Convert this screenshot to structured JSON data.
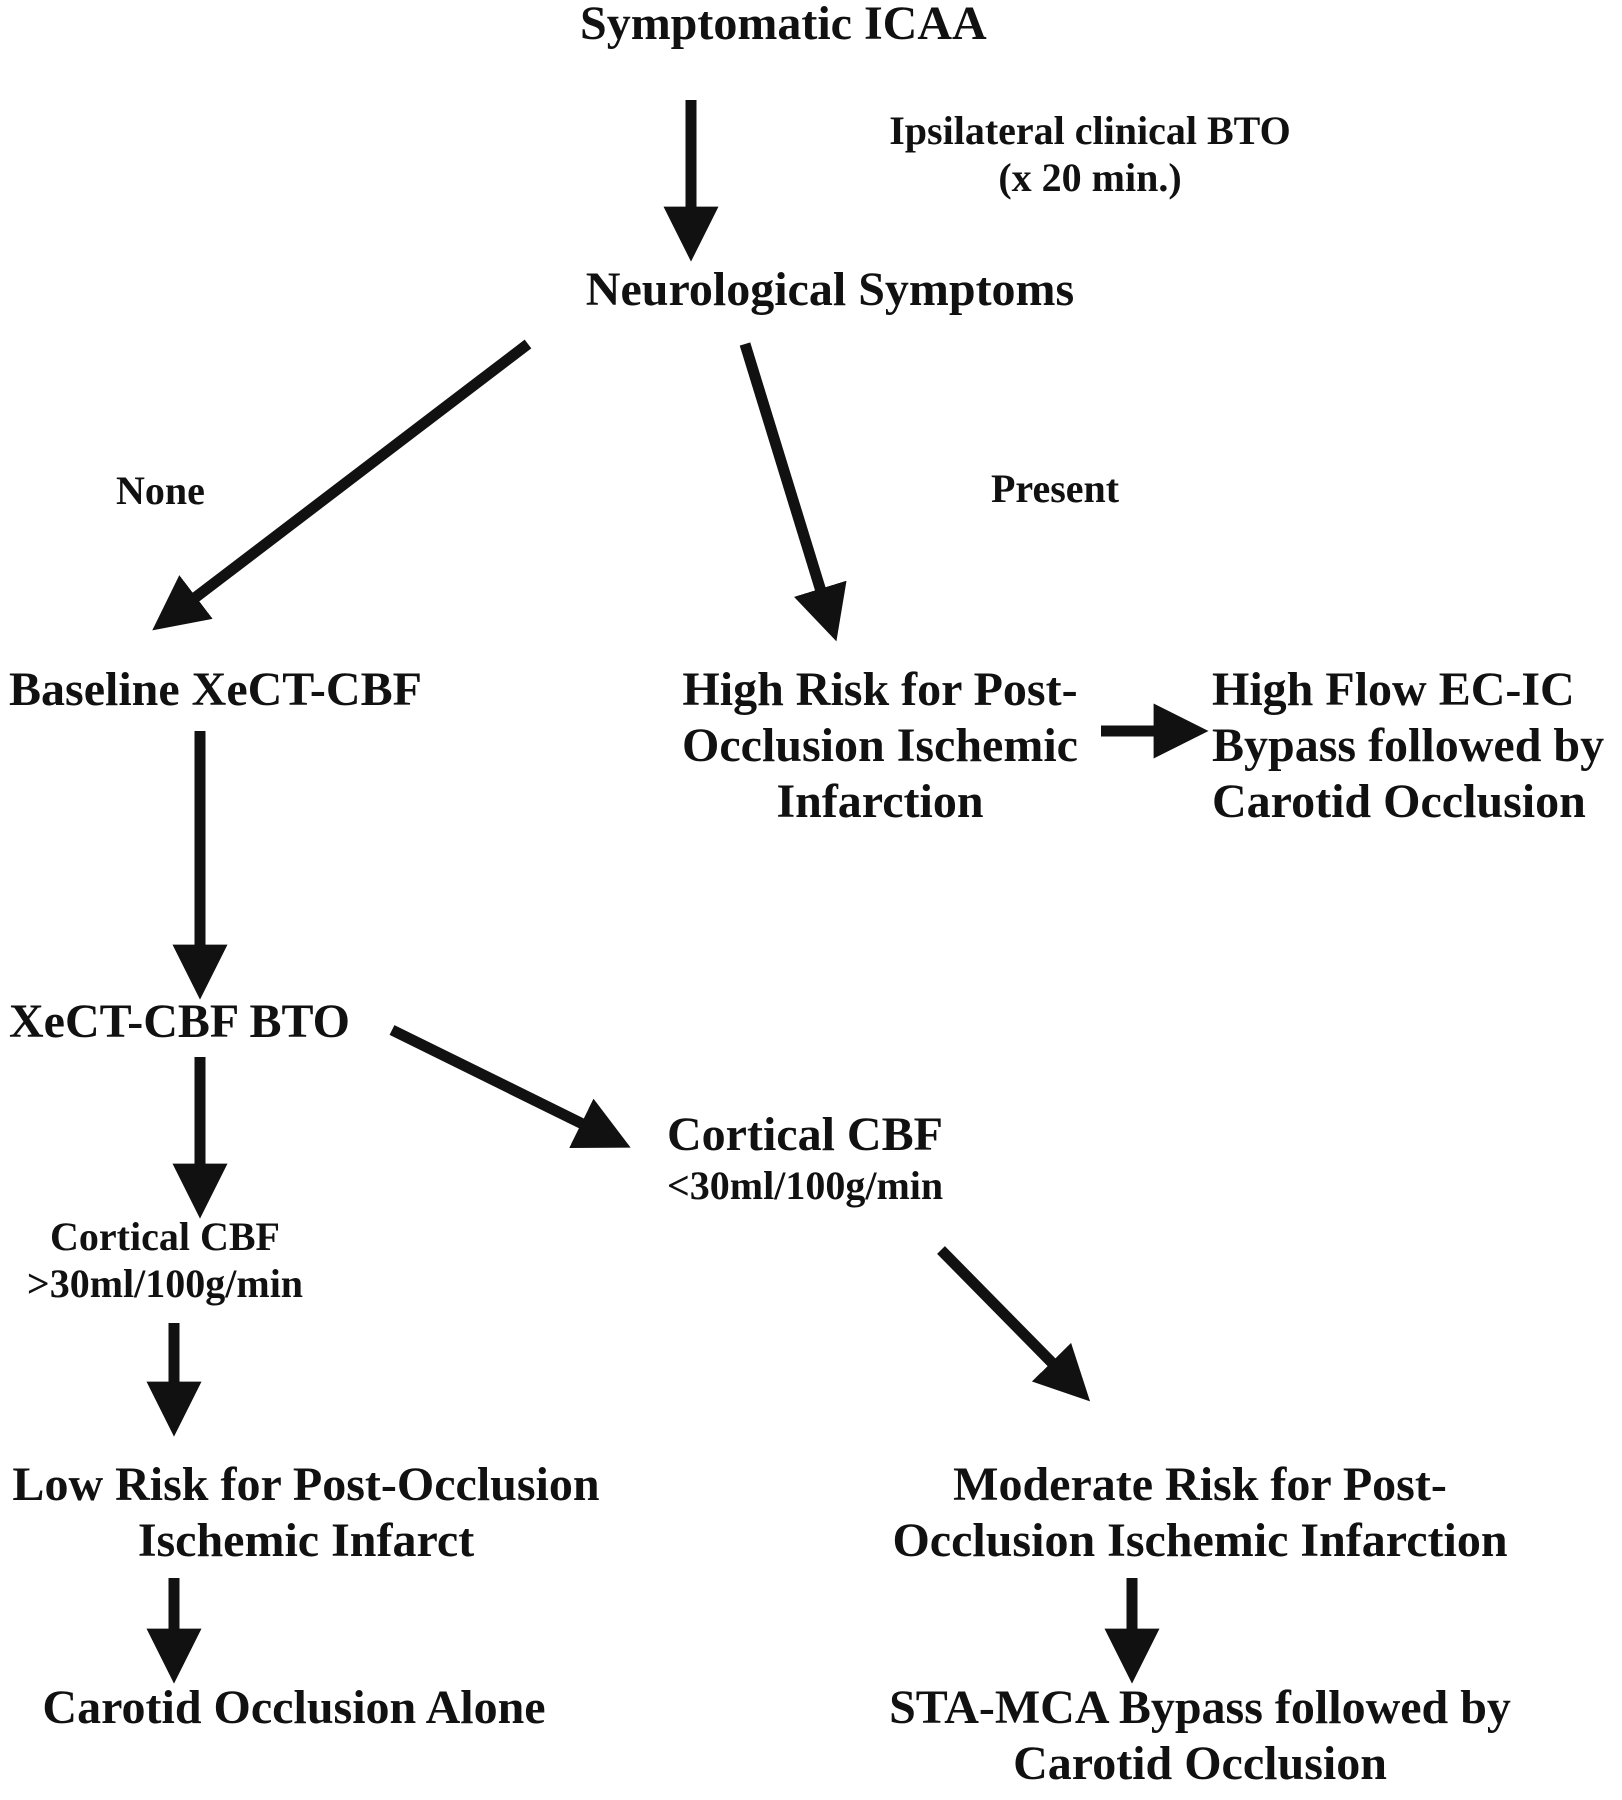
{
  "nodes": {
    "start": "Symptomatic ICAA",
    "bto_note": [
      "Ipsilateral clinical BTO",
      "(x 20 min.)"
    ],
    "neuro": "Neurological Symptoms",
    "branch_none": "None",
    "branch_present": "Present",
    "baseline": "Baseline XeCT-CBF",
    "high_risk": [
      "High Risk for Post-",
      "Occlusion Ischemic",
      "Infarction"
    ],
    "high_flow": [
      "High Flow EC-IC",
      "Bypass followed by",
      "Carotid Occlusion"
    ],
    "xect_bto": "XeCT-CBF BTO",
    "cbf_low": [
      "Cortical CBF",
      "<30ml/100g/min"
    ],
    "cbf_high": [
      "Cortical CBF",
      ">30ml/100g/min"
    ],
    "low_risk": [
      "Low Risk for Post-Occlusion",
      "Ischemic Infarct"
    ],
    "moderate_risk": [
      "Moderate Risk for Post-",
      "Occlusion Ischemic Infarction"
    ],
    "occlusion_alone": "Carotid Occlusion Alone",
    "sta_mca": [
      "STA-MCA Bypass followed by",
      "Carotid Occlusion"
    ]
  },
  "edges": [
    {
      "from": "start",
      "to": "neuro",
      "label": "bto_note"
    },
    {
      "from": "neuro",
      "to": "baseline",
      "label": "branch_none"
    },
    {
      "from": "neuro",
      "to": "high_risk",
      "label": "branch_present"
    },
    {
      "from": "high_risk",
      "to": "high_flow"
    },
    {
      "from": "baseline",
      "to": "xect_bto"
    },
    {
      "from": "xect_bto",
      "to": "cbf_high"
    },
    {
      "from": "xect_bto",
      "to": "cbf_low"
    },
    {
      "from": "cbf_high",
      "to": "low_risk"
    },
    {
      "from": "cbf_low",
      "to": "moderate_risk"
    },
    {
      "from": "low_risk",
      "to": "occlusion_alone"
    },
    {
      "from": "moderate_risk",
      "to": "sta_mca"
    }
  ],
  "colors": {
    "ink": "#111111",
    "background": "#ffffff"
  }
}
